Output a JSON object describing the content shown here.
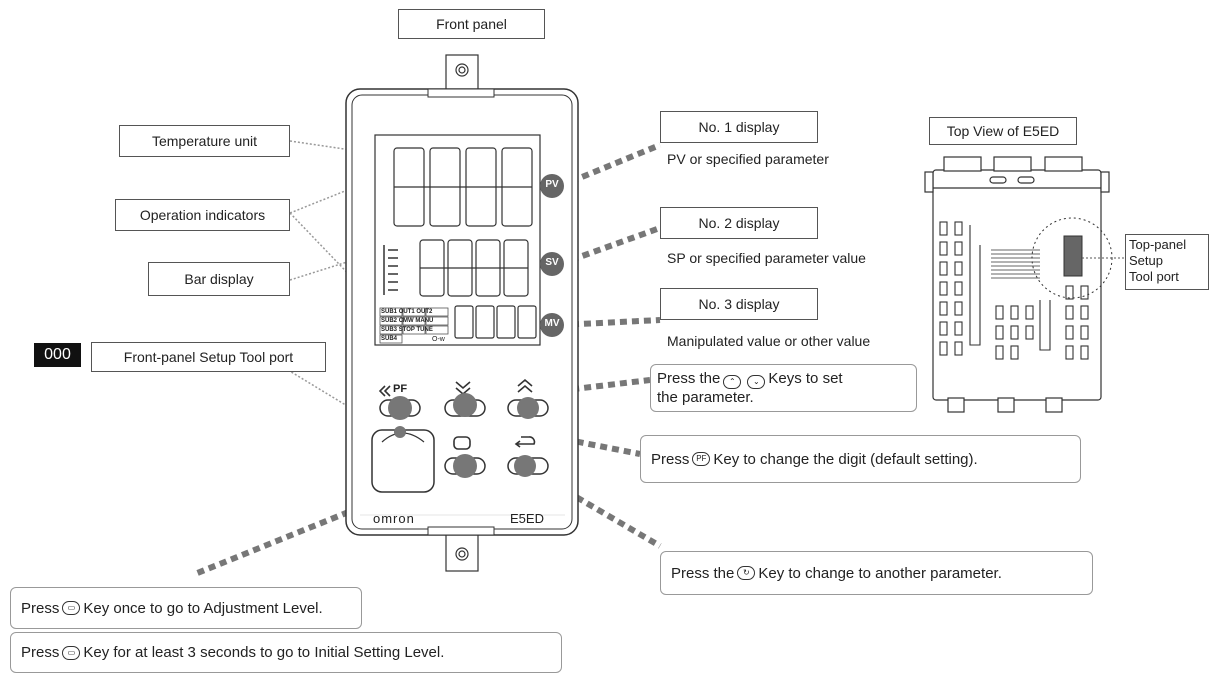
{
  "title": "Front panel",
  "badge": "000",
  "front_labels": {
    "temperature_unit": "Temperature unit",
    "operation_indicators": "Operation indicators",
    "bar_display": "Bar display",
    "setup_port": "Front-panel Setup Tool port"
  },
  "displays": {
    "no1": {
      "title": "No. 1 display",
      "caption": "PV or specified parameter",
      "badge": "PV"
    },
    "no2": {
      "title": "No. 2 display",
      "caption": "SP or specified parameter value",
      "badge": "SV"
    },
    "no3": {
      "title": "No. 3 display",
      "caption": "Manipulated value or other value",
      "badge": "MV"
    }
  },
  "device": {
    "brand": "omron",
    "model": "E5ED",
    "pf_label": "PF",
    "indicators": [
      "SUB1",
      "OUT1",
      "OUT2",
      "SUB2",
      "CMW",
      "MANU",
      "SUB3",
      "STOP",
      "TUNE",
      "SUB4"
    ],
    "mv_suffix": "O-w"
  },
  "callouts": {
    "updown": {
      "pre": "Press the",
      "keys": "⌃ ⌄",
      "post": "Keys to set",
      "line2": "the parameter."
    },
    "pf": {
      "pre": "Press",
      "key": "PF",
      "post": "Key to change the digit (default setting)."
    },
    "mode": {
      "pre": "Press the",
      "key": "↻",
      "post": "Key to change to another parameter."
    },
    "adj": {
      "pre": "Press",
      "key": "▭",
      "post": "Key once to go to Adjustment Level."
    },
    "init": {
      "pre": "Press",
      "key": "▭",
      "post": "Key for at least 3 seconds to go to Initial Setting Level."
    }
  },
  "top_view": {
    "title": "Top View of E5ED",
    "port_line1": "Top-panel",
    "port_line2": "Setup",
    "port_line3": "Tool port"
  }
}
